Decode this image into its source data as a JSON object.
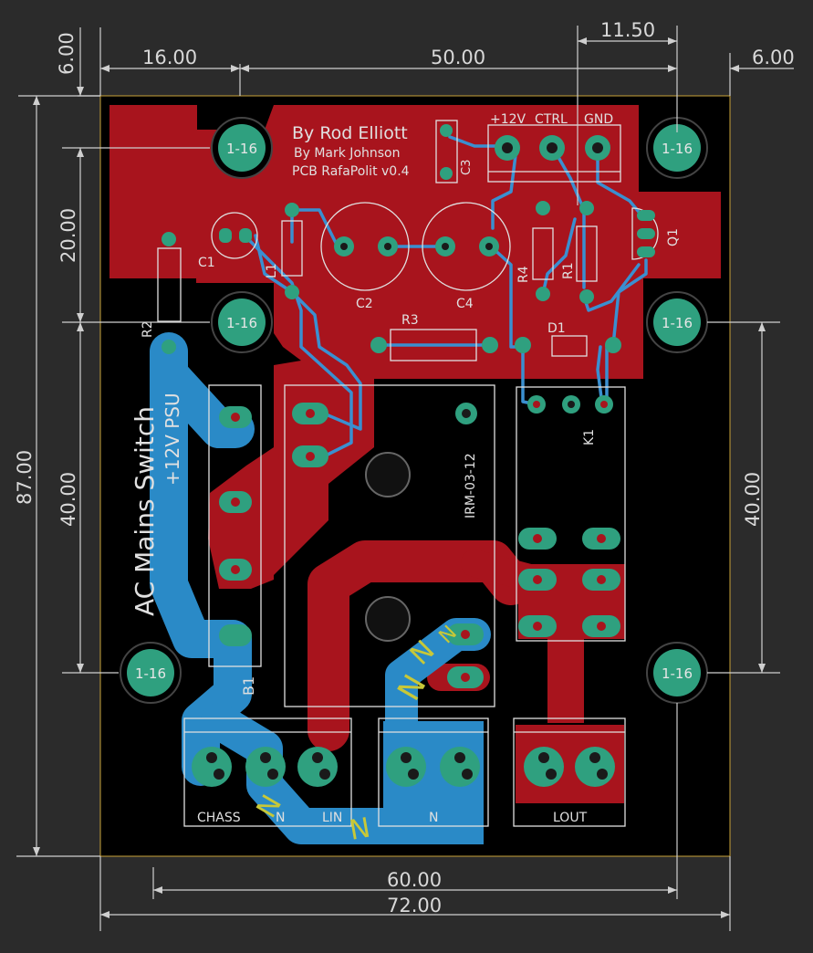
{
  "dimensions": {
    "top_left_margin": "6.00",
    "top_left_offset": "16.00",
    "top_span": "50.00",
    "top_connector": "11.50",
    "top_right_margin": "6.00",
    "left_height": "87.00",
    "left_upper": "20.00",
    "left_lower": "40.00",
    "right_lower": "40.00",
    "bottom_inner": "60.00",
    "bottom_total": "72.00"
  },
  "credits": {
    "title": "By Rod Elliott",
    "line2": "By Mark Johnson",
    "line3": "PCB RafaPolit v0.4"
  },
  "board_title": {
    "main": "AC Mains Switch",
    "sub": "+12V PSU"
  },
  "mount_hole_label": "1-16",
  "connector_top_labels": [
    "+12V",
    "CTRL",
    "GND"
  ],
  "components": {
    "c1": "C1",
    "c2": "C2",
    "c3": "C3",
    "c4": "C4",
    "l1": "L1",
    "r1": "R1",
    "r2": "R2",
    "r3": "R3",
    "r4": "R4",
    "d1": "D1",
    "q1": "Q1",
    "k1": "K1",
    "b1": "B1",
    "psu": "IRM-03-12"
  },
  "bottom_labels": {
    "chassis": "CHASS",
    "n_left": "N",
    "lin": "LIN",
    "n_mid": "N",
    "lout": "LOUT"
  },
  "net_marks": {
    "n1": "N",
    "n2": "N",
    "n3": "N",
    "n4": "N"
  },
  "colors": {
    "background": "#2b2b2b",
    "board": "#000000",
    "top_copper": "#a8141d",
    "bottom_copper": "#2a8ac7",
    "pads": "#2fa07f",
    "silkscreen": "#e0e0e0",
    "dimension_text": "#d8d8d8"
  }
}
